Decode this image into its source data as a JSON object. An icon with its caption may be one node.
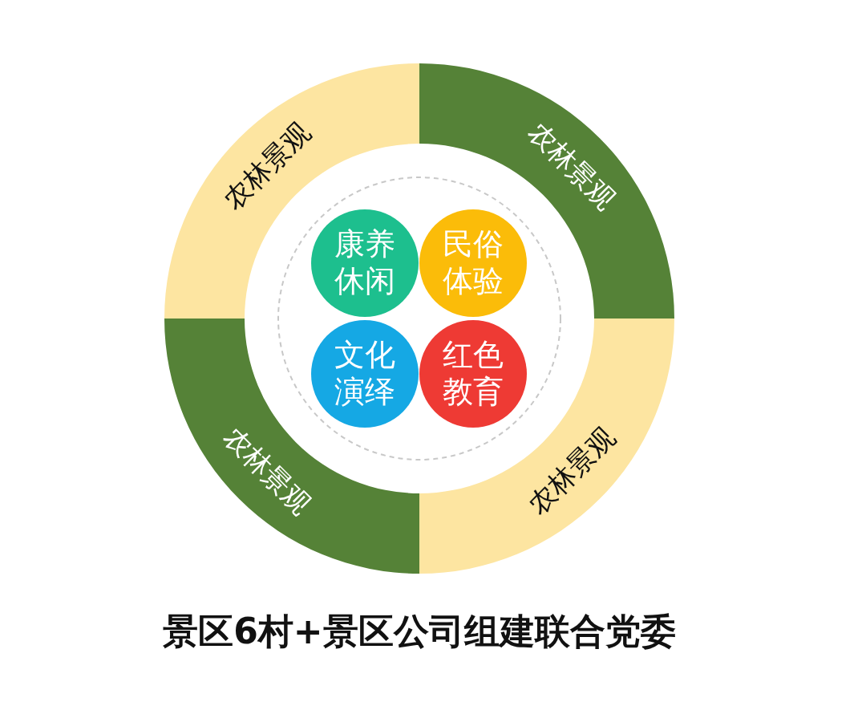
{
  "diagram": {
    "caption": "景区6村+景区公司组建联合党委",
    "nodes": [
      {
        "text": [
          "农林景观"
        ]
      },
      {
        "text": [
          "农林景观"
        ]
      },
      {
        "text": [
          "农林景观"
        ]
      },
      {
        "text": [
          "农林景观"
        ]
      },
      {
        "text": [
          "康养休闲"
        ]
      },
      {
        "text": [
          "民俗体验"
        ]
      },
      {
        "text": [
          "文化演绎"
        ]
      },
      {
        "text": [
          "红色教育"
        ]
      }
    ],
    "edges": []
  }
}
